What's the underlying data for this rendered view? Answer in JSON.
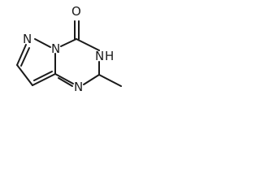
{
  "molecule": {
    "atoms": {
      "O": "O",
      "N_pyrazole": "N",
      "N_bridge": "N",
      "NH": "N",
      "H": "H",
      "N_lower": "N"
    }
  }
}
